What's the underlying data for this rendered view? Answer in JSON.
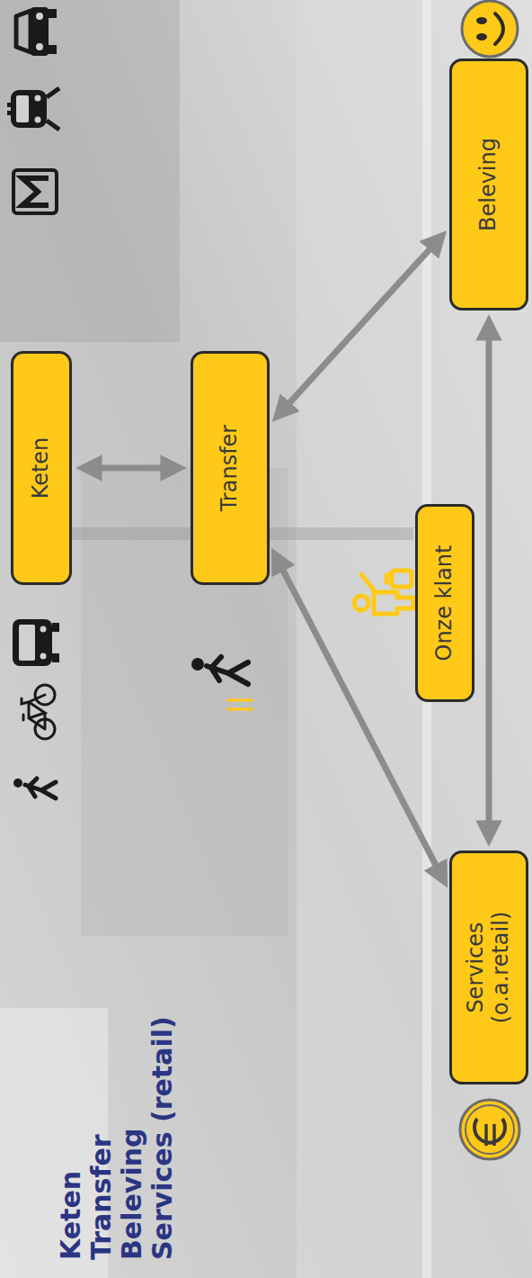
{
  "diagram": {
    "nodes": [
      {
        "text": [
          "Keten"
        ]
      },
      {
        "text": [
          "Transfer"
        ]
      },
      {
        "text": [
          "Onze klant"
        ]
      },
      {
        "text": [
          "Services (o.a.retail)"
        ]
      },
      {
        "text": [
          "Beleving"
        ]
      }
    ],
    "edges": [
      {
        "from": 0,
        "to": 1,
        "arrow": "both"
      },
      {
        "from": 1,
        "to": 3,
        "arrow": "both"
      },
      {
        "from": 1,
        "to": 4,
        "arrow": "both"
      },
      {
        "from": 3,
        "to": 4,
        "arrow": "both"
      }
    ],
    "labels": [
      "Keten",
      "Transfer",
      "Beleving",
      "Services (retail)"
    ]
  }
}
